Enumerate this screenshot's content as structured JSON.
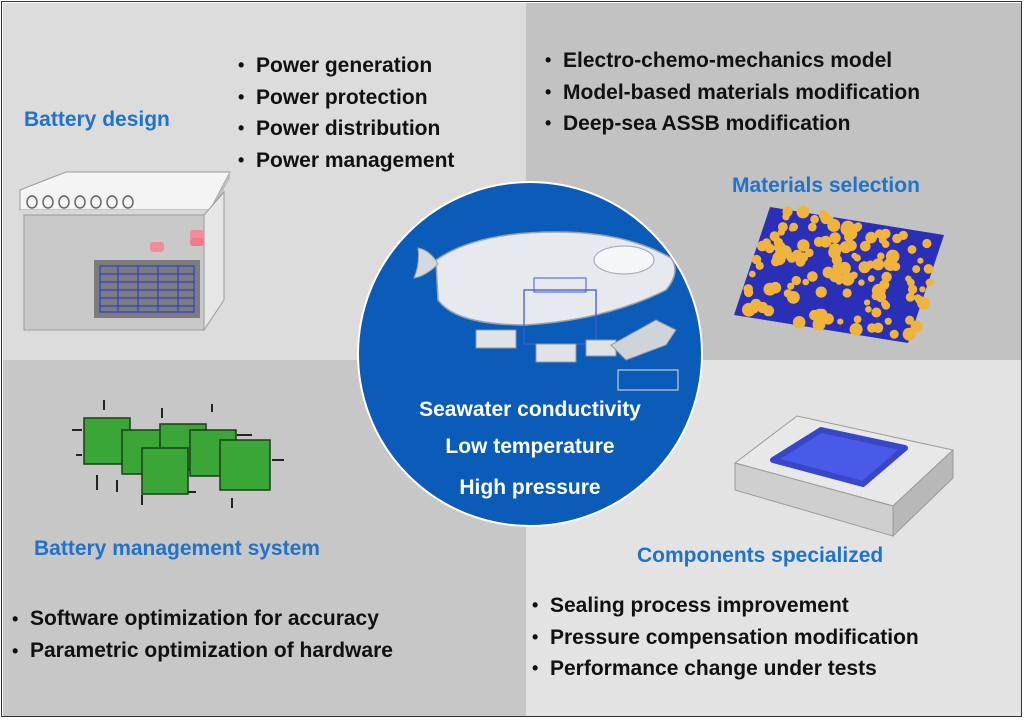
{
  "quadrants": {
    "battery_design": {
      "heading": "Battery design",
      "items": [
        "Power generation",
        "Power protection",
        "Power distribution",
        "Power management"
      ]
    },
    "materials_selection": {
      "heading": "Materials selection",
      "items": [
        "Electro-chemo-mechanics model",
        "Model-based materials modification",
        "Deep-sea ASSB modification"
      ]
    },
    "battery_management_system": {
      "heading": "Battery management system",
      "items": [
        "Software optimization for accuracy",
        "Parametric optimization of hardware"
      ]
    },
    "components_specialized": {
      "heading": "Components specialized",
      "items": [
        "Sealing process improvement",
        "Pressure compensation modification",
        "Performance change under tests"
      ]
    }
  },
  "center": {
    "conditions": [
      "Seawater conductivity",
      "Low temperature",
      "High pressure"
    ]
  },
  "colors": {
    "heading_blue": "#1f73c8",
    "circle_blue": "#0a5cb8",
    "chip_green": "#3aa637",
    "particle_orange": "#f0b43c",
    "pad_blue": "#4a5ae8"
  },
  "icons": [
    "battery-pack-icon",
    "circuit-chips-icon",
    "materials-particles-icon",
    "component-pad-icon",
    "submersible-icon"
  ]
}
